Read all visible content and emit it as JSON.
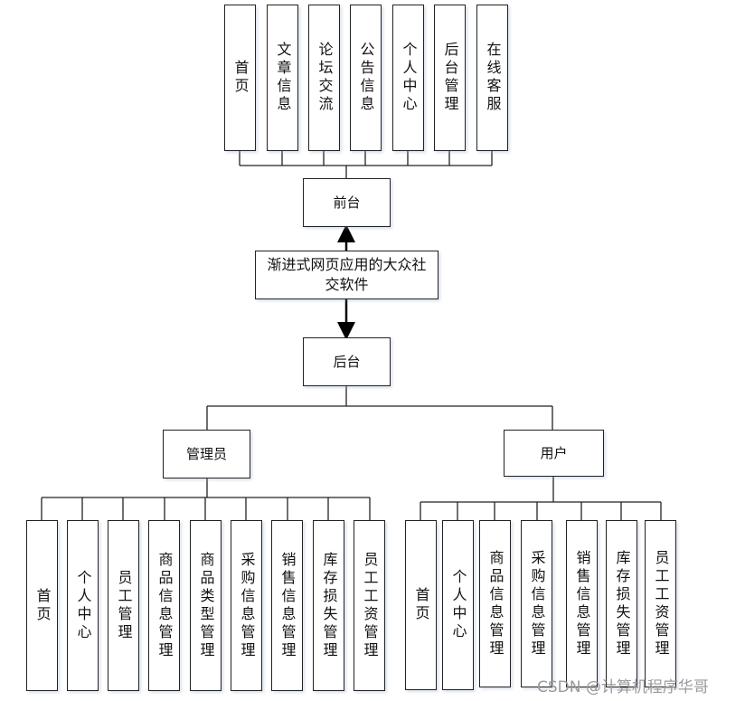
{
  "root": "渐进式网页应用的大众社交软件",
  "frontend": {
    "label": "前台",
    "items": [
      "首页",
      "文章信息",
      "论坛交流",
      "公告信息",
      "个人中心",
      "后台管理",
      "在线客服"
    ]
  },
  "backend": {
    "label": "后台",
    "admin": {
      "label": "管理员",
      "items": [
        "首页",
        "个人中心",
        "员工管理",
        "商品信息管理",
        "商品类型管理",
        "采购信息管理",
        "销售信息管理",
        "库存损失管理",
        "员工工资管理"
      ]
    },
    "user": {
      "label": "用户",
      "items": [
        "首页",
        "个人中心",
        "商品信息管理",
        "采购信息管理",
        "销售信息管理",
        "库存损失管理",
        "员工工资管理"
      ]
    }
  },
  "watermark": "CSDN @计算机程序华哥"
}
